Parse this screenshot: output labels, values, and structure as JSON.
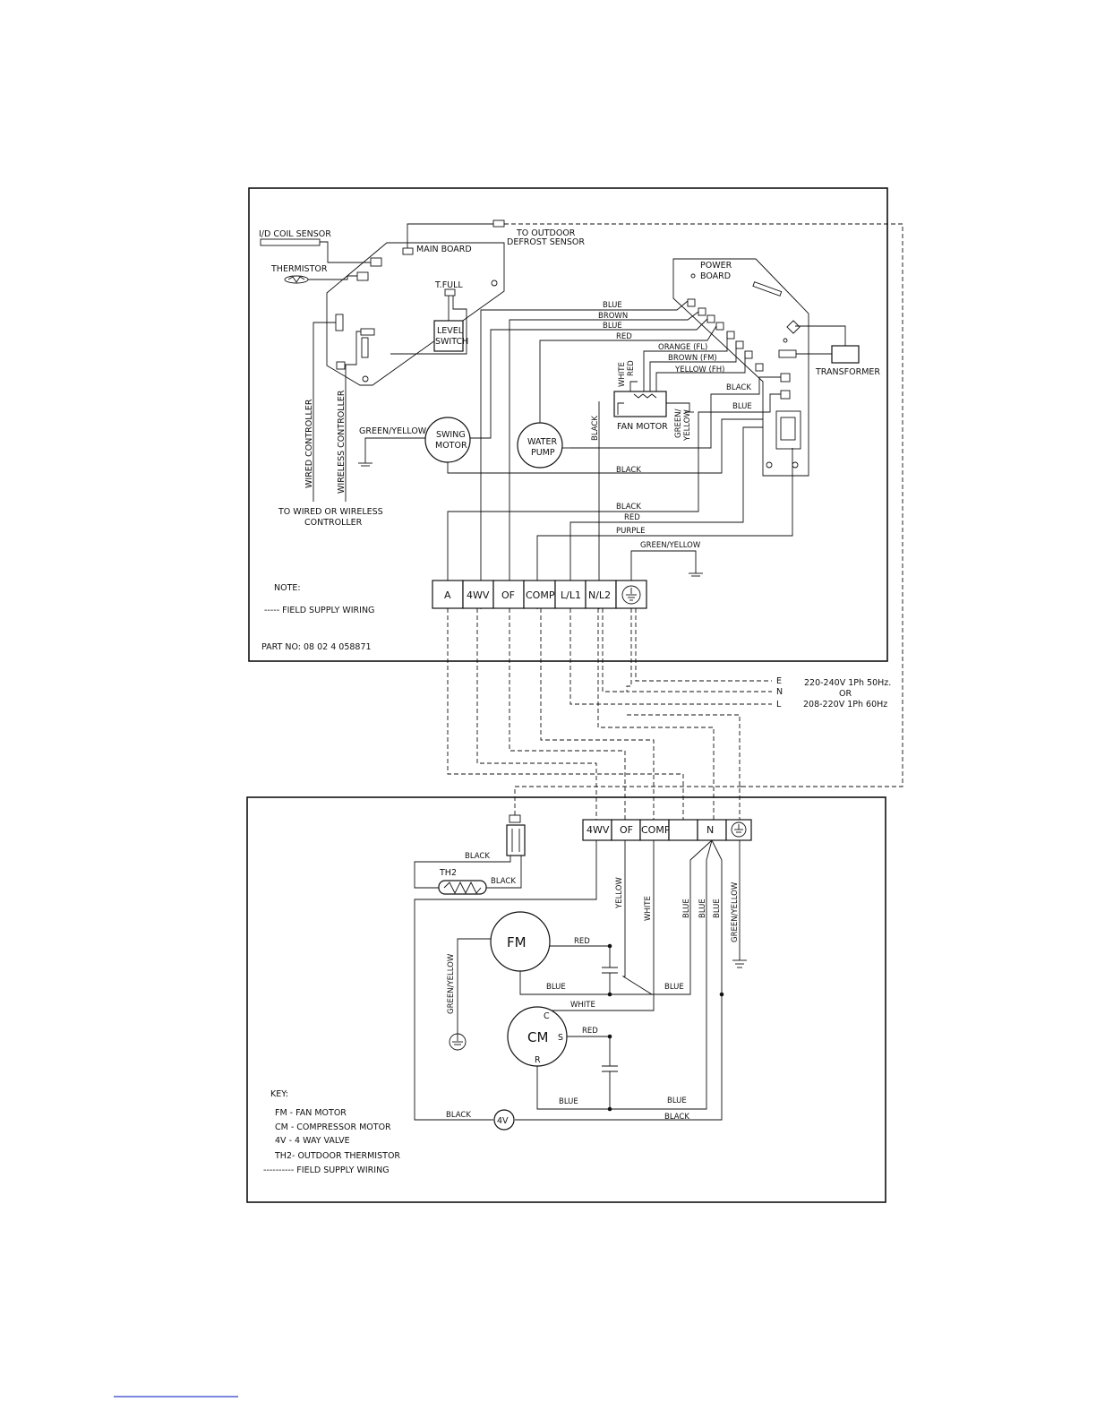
{
  "indoor": {
    "id_coil_sensor": "I/D COIL SENSOR",
    "thermistor": "THERMISTOR",
    "main_board": "MAIN BOARD",
    "to_outdoor": "TO OUTDOOR",
    "defrost_sensor": "DEFROST SENSOR",
    "t_full": "T.FULL",
    "level": "LEVEL",
    "switch": "SWITCH",
    "power": "POWER",
    "board": "BOARD",
    "transformer": "TRANSFORMER",
    "wired_controller": "WIRED CONTROLLER",
    "wireless_controller": "WIRELESS CONTROLLER",
    "to_controller_1": "TO WIRED OR WIRELESS",
    "to_controller_2": "CONTROLLER",
    "swing_1": "SWING",
    "swing_2": "MOTOR",
    "pump_1": "WATER",
    "pump_2": "PUMP",
    "fan_motor": "FAN MOTOR",
    "green_yellow_1": "GREEN/YELLOW",
    "green_yellow_2": "GREEN/YELLOW",
    "green_v1": "GREEN/",
    "green_v2": "YELLOW",
    "white_v": "WHITE",
    "red_v": "RED",
    "black_v": "BLACK",
    "w_blue_1": "BLUE",
    "w_brown": "BROWN",
    "w_blue_2": "BLUE",
    "w_red": "RED",
    "w_orange": "ORANGE (FL)",
    "w_brown_fm": "BROWN (FM)",
    "w_yellow_fh": "YELLOW (FH)",
    "w_black_1": "BLACK",
    "w_blue_3": "BLUE",
    "w_black_2": "BLACK",
    "w_black_3": "BLACK",
    "w_red_2": "RED",
    "w_purple": "PURPLE",
    "note": "NOTE:",
    "field_supply": "-----    FIELD SUPPLY   WIRING",
    "part_no": "PART NO: 08 02 4 058871",
    "terminals": [
      "A",
      "4WV",
      "OF",
      "COMP",
      "L/L1",
      "N/L2",
      "⏚"
    ]
  },
  "supply": {
    "e": "E",
    "n": "N",
    "l": "L",
    "v1": "220-240V  1Ph 50Hz.",
    "or": "OR",
    "v2": "208-220V  1Ph 60Hz"
  },
  "outdoor": {
    "terminals": [
      "4WV",
      "OF",
      "COMP",
      "",
      "N",
      "⏚"
    ],
    "th2": "TH2",
    "black_1": "BLACK",
    "black_2": "BLACK",
    "yellow_v": "YELLOW",
    "white_v": "WHITE",
    "blue_v1": "BLUE",
    "blue_v2": "BLUE",
    "blue_v3": "BLUE",
    "gy_v1": "GREEN/YELLOW",
    "gy_v2": "GREEN/YELLOW",
    "fm": "FM",
    "cm": "CM",
    "c": "C",
    "s": "S",
    "r": "R",
    "red_1": "RED",
    "red_2": "RED",
    "blue_1": "BLUE",
    "blue_2": "BLUE",
    "white_h": "WHITE",
    "blue_3": "BLUE",
    "blue_4": "BLUE",
    "black_3": "BLACK",
    "black_4": "BLACK",
    "valve": "4V"
  },
  "key": {
    "title": "KEY:",
    "fm": "FM  -  FAN MOTOR",
    "cm": "CM  -  COMPRESSOR MOTOR",
    "v4": "4V  -  4  WAY  VALVE",
    "th2": "TH2-  OUTDOOR  THERMISTOR",
    "field": "----------  FIELD  SUPPLY  WIRING"
  }
}
